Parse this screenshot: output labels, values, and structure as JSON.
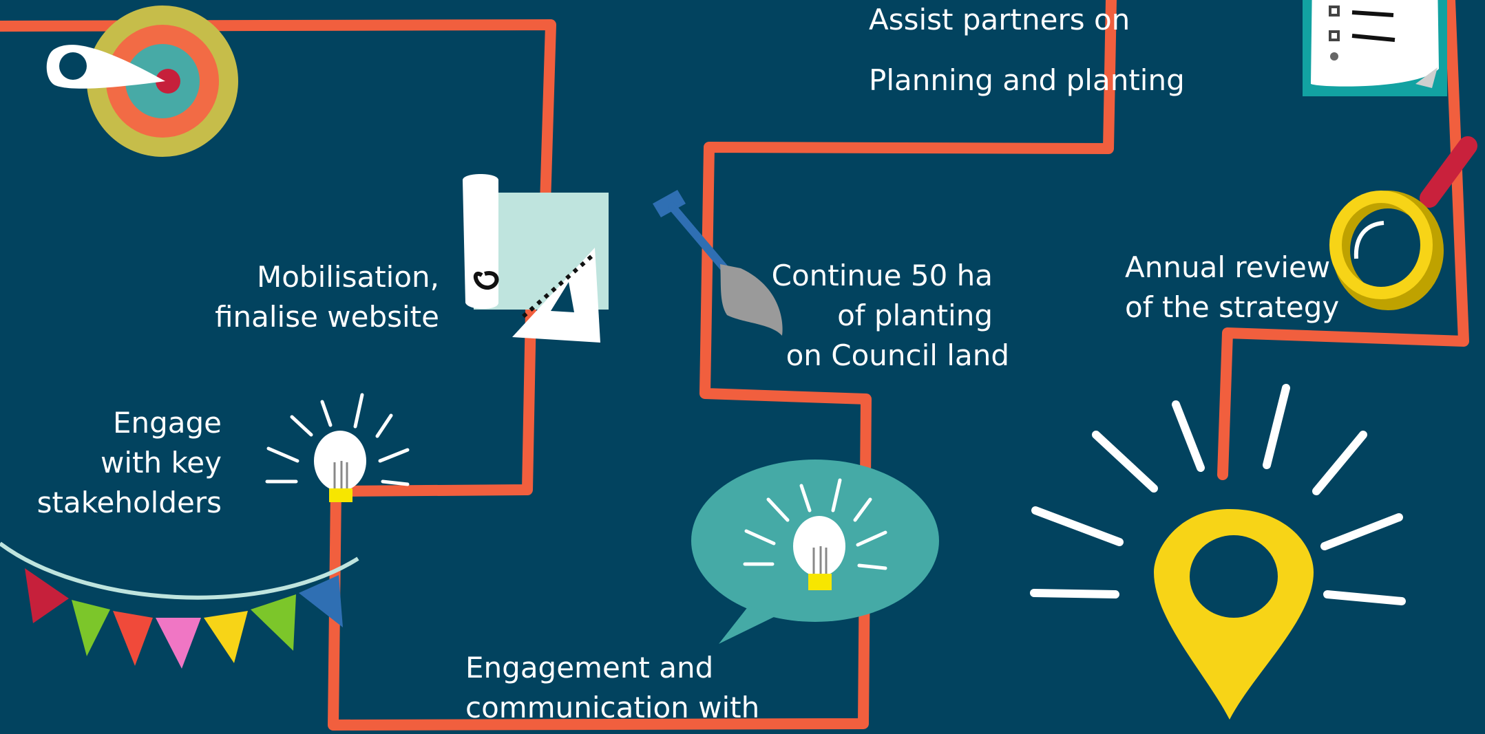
{
  "colors": {
    "background": "#02435f",
    "path": "#f15f3e",
    "accent_yellow": "#f7d417",
    "teal": "#45aaa6",
    "light_teal": "#bfe4de"
  },
  "icons": [
    "target-icon",
    "blueprint-icon",
    "shovel-icon",
    "checklist-icon",
    "magnifier-icon",
    "lightbulb-icon",
    "speech-bubble-icon",
    "bunting-icon",
    "location-pin-icon"
  ],
  "milestones": {
    "assist": {
      "line1": "Assist partners on",
      "line2": "Planning and planting"
    },
    "mobilisation": {
      "line1": "Mobilisation,",
      "line2": "finalise website"
    },
    "planting": {
      "line1": "Continue 50 ha",
      "line2": "of planting",
      "line3": "on Council land"
    },
    "review": {
      "line1": "Annual review",
      "line2": "of the strategy"
    },
    "engage": {
      "line1": "Engage",
      "line2": "with key",
      "line3": "stakeholders"
    },
    "engagement": {
      "line1": "Engagement and",
      "line2": "communication with"
    }
  }
}
